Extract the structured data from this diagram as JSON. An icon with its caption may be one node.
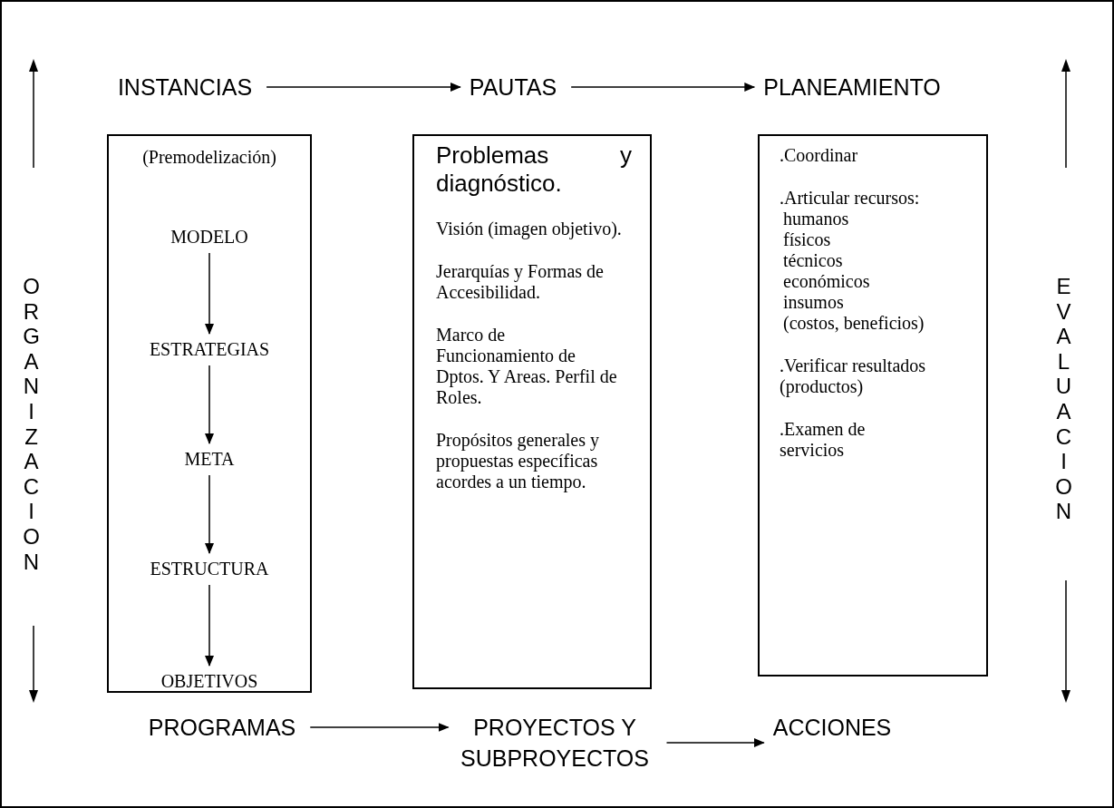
{
  "diagram": {
    "nodes": [
      {
        "text": [
          "INSTANCIAS"
        ]
      },
      {
        "text": [
          "PAUTAS"
        ]
      },
      {
        "text": [
          "PLANEAMIENTO"
        ]
      },
      {
        "text": [
          "(Premodelización)"
        ]
      },
      {
        "text": [
          "MODELO"
        ],
        "in": 3
      },
      {
        "text": [
          "ESTRATEGIAS"
        ],
        "in": 3
      },
      {
        "text": [
          "META"
        ],
        "in": 3
      },
      {
        "text": [
          "ESTRUCTURA"
        ],
        "in": 3
      },
      {
        "text": [
          "OBJETIVOS"
        ],
        "in": 3
      },
      {
        "text": [
          "Problemas y diagnóstico.",
          "Visión (imagen objetivo).",
          "Jerarquías y Formas de Accesibilidad.",
          "Marco de Funcionamiento de Dptos. Y Areas. Perfil de Roles.",
          "Propósitos generales y propuestas específicas acordes a un tiempo."
        ]
      },
      {
        "text": [
          ".Coordinar",
          ".Articular recursos:",
          "humanos",
          "físicos",
          "técnicos",
          "económicos",
          "insumos",
          "(costos, beneficios)",
          ".Verificar resultados (productos)",
          ".Examen de servicios"
        ]
      },
      {
        "text": [
          "PROGRAMAS"
        ]
      },
      {
        "text": [
          "PROYECTOS Y SUBPROYECTOS"
        ]
      },
      {
        "text": [
          "ACCIONES"
        ]
      }
    ],
    "edges": [
      {
        "from": 0,
        "to": 1,
        "arrow": "to"
      },
      {
        "from": 1,
        "to": 2,
        "arrow": "to"
      },
      {
        "from": 4,
        "to": 5,
        "arrow": "to"
      },
      {
        "from": 5,
        "to": 6,
        "arrow": "to"
      },
      {
        "from": 6,
        "to": 7,
        "arrow": "to"
      },
      {
        "from": 7,
        "to": 8,
        "arrow": "to"
      },
      {
        "from": 11,
        "to": 12,
        "arrow": "to"
      },
      {
        "from": 12,
        "to": 13,
        "arrow": "to"
      }
    ],
    "labels": [
      "ORGANIZACION",
      "EVALUACION"
    ]
  }
}
